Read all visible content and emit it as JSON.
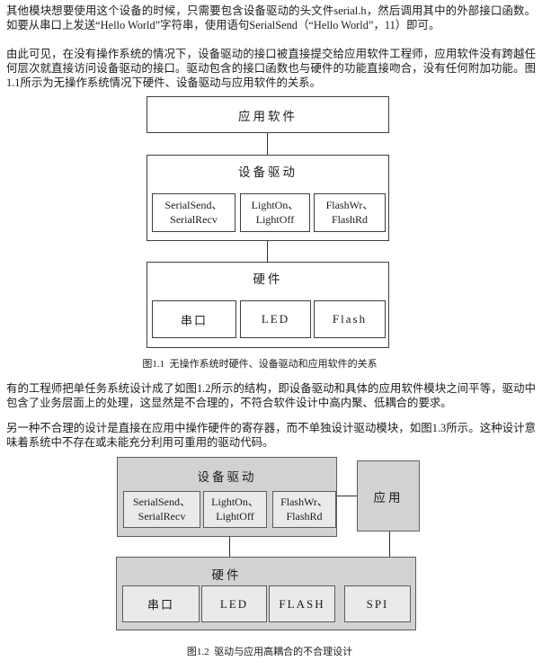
{
  "paragraphs": [
    "其他模块想要使用这个设备的时候，只需要包含设备驱动的头文件serial.h，然后调用其中的外部接口函数。如要从串口上发送“Hello World”字符串，使用语句SerialSend（“Hello World”，11）即可。",
    "由此可见，在没有操作系统的情况下，设备驱动的接口被直接提交给应用软件工程师，应用软件没有跨越任何层次就直接访问设备驱动的接口。驱动包含的接口函数也与硬件的功能直接吻合，没有任何附加功能。图1.1所示为无操作系统情况下硬件、设备驱动与应用软件的关系。",
    "有的工程师把单任务系统设计成了如图1.2所示的结构，即设备驱动和具体的应用软件模块之间平等，驱动中包含了业务层面上的处理，这显然是不合理的，不符合软件设计中高内聚、低耦合的要求。",
    "另一种不合理的设计是直接在应用中操作硬件的寄存器，而不单独设计驱动模块，如图1.3所示。这种设计意味着系统中不存在或未能充分利用可重用的驱动代码。"
  ],
  "fig1": {
    "app_label": "应用软件",
    "driver_label": "设备驱动",
    "modules": [
      "SerialSend、\nSerialRecv",
      "LightOn、\nLightOff",
      "FlashWr、\nFlashRd"
    ],
    "hw_label": "硬件",
    "hw_modules": [
      "串口",
      "LED",
      "Flash"
    ],
    "caption": "图1.1  无操作系统时硬件、设备驱动和应用软件的关系"
  },
  "fig2": {
    "driver_label": "设备驱动",
    "modules": [
      "SerialSend、\nSerialRecv",
      "LightOn、\nLightOff",
      "FlashWr、\nFlashRd"
    ],
    "app_label": "应用",
    "hw_label": "硬件",
    "hw_modules": [
      "串口",
      "LED",
      "FLASH",
      "SPI"
    ],
    "caption": "图1.2  驱动与应用高耦合的不合理设计"
  },
  "colors": {
    "text": "#1b1b1b",
    "fig1_border": "#3e3e3e",
    "fig2_border": "#5d5d5d",
    "fig2_outer_fill": "#d2d2d2",
    "fig2_inner_fill": "#eaeaea"
  }
}
